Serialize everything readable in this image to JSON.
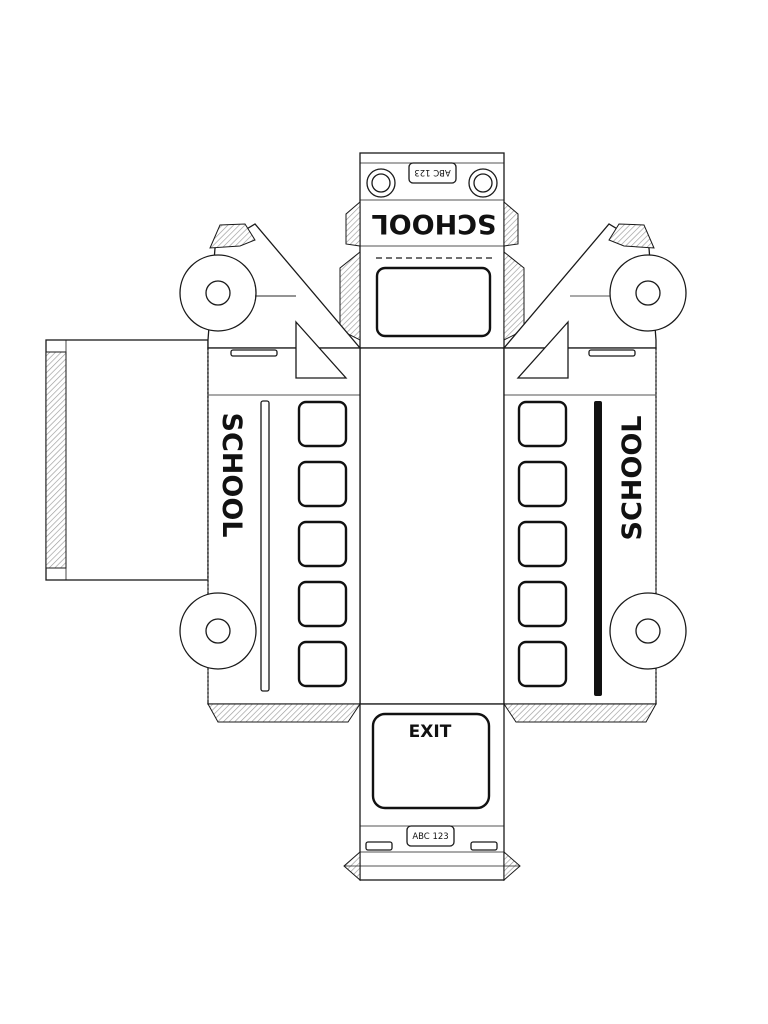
{
  "labels": {
    "school_top": "SCHOOL",
    "school_left": "SCHOOL",
    "school_right": "SCHOOL",
    "exit": "EXIT",
    "plate_front": "ABC 123",
    "plate_rear": "ABC 123"
  },
  "colors": {
    "line": "#1a1a1a",
    "fill": "#ffffff",
    "hatch": "#9a9a9a"
  },
  "side_windows_per_side": 5
}
